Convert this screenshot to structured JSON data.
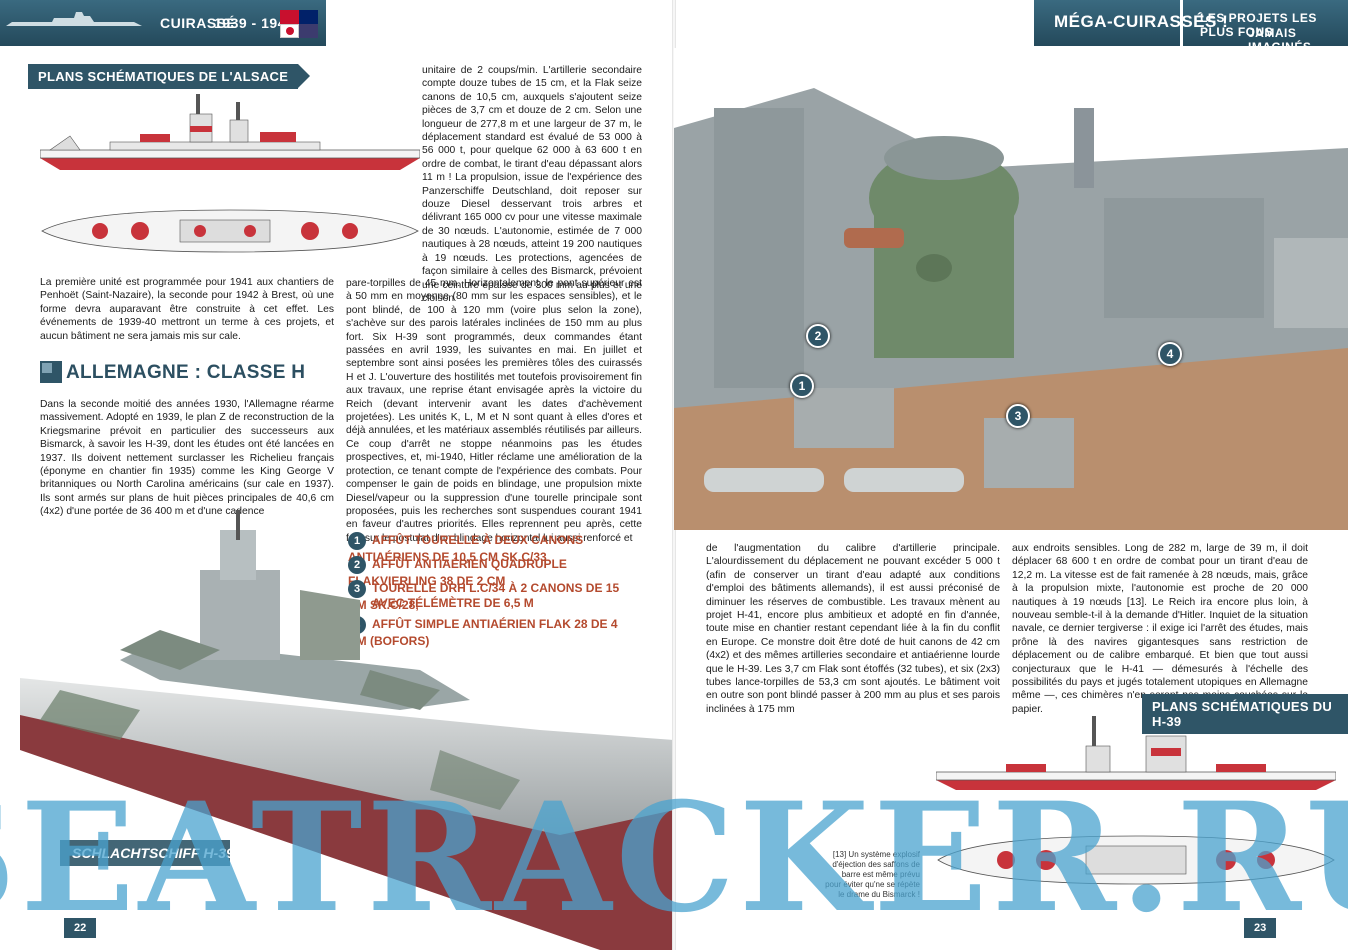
{
  "left_header": {
    "section": "CUIRASSÉ",
    "years": "1939 - 1945"
  },
  "right_header": {
    "title": "MÉGA-CUIRASSÉS !",
    "subtitle_line1": "LES PROJETS LES PLUS FOUS",
    "subtitle_line2": "JAMAIS IMAGINÉS"
  },
  "alsace_plans_title": "PLANS SCHÉMATIQUES DE L'ALSACE",
  "h39_plans_title": "PLANS SCHÉMATIQUES DU H-39",
  "left_col1_intro": "La première unité est programmée pour 1941 aux chantiers de Penhoët (Saint-Nazaire), la seconde pour 1942 à Brest, où une forme devra auparavant être construite à cet effet. Les événements de 1939-40 mettront un terme à ces projets, et aucun bâtiment ne sera jamais mis sur cale.",
  "germany_heading": "ALLEMAGNE : CLASSE H",
  "left_col1_germany": "Dans la seconde moitié des années 1930, l'Allemagne réarme massivement. Adopté en 1939, le plan Z de reconstruction de la Kriegsmarine prévoit en particulier des successeurs aux Bismarck, à savoir les H-39, dont les études ont été lancées en 1937. Ils doivent nettement surclasser les Richelieu français (éponyme en chantier fin 1935) comme les King George V britanniques ou North Carolina américains (sur cale en 1937). Ils sont armés sur plans de huit pièces principales de 40,6 cm (4x2) d'une portée de 36 400 m et d'une cadence",
  "left_col2_top": "unitaire de 2 coups/min. L'artillerie secondaire compte douze tubes de 15 cm, et la Flak seize canons de 10,5 cm, auxquels s'ajoutent seize pièces de 3,7 cm et douze de 2 cm. Selon une longueur de 277,8 m et une largeur de 37 m, le déplacement standard est évalué de 53 000 à 56 000 t, pour quelque 62 000 à 63 600 t en ordre de combat, le tirant d'eau dépassant alors 11 m ! La propulsion, issue de l'expérience des Panzerschiffe Deutschland, doit reposer sur douze Diesel desservant trois arbres et délivrant 165 000 cv pour une vitesse maximale de 30 nœuds. L'autonomie, estimée de 7 000 nautiques à 28 nœuds, atteint 19 200 nautiques à 19 nœuds. Les protections, agencées de façon similaire à celles des Bismarck, prévoient une ceinture épaisse de 300 mm au plus et une cloison",
  "left_wide_text": "pare-torpilles de 45 mm. Horizontalement, le pont supérieur est à 50 mm en moyenne (80 mm sur les espaces sensibles), et le pont blindé, de 100 à 120 mm (voire plus selon la zone), s'achève sur des parois latérales inclinées de 150 mm au plus fort. Six H-39 sont programmés, deux commandes étant passées en avril 1939, les suivantes en mai. En juillet et septembre sont ainsi posées les premières tôles des cuirassés H et J. L'ouverture des hostilités met toutefois provisoirement fin aux travaux, une reprise étant envisagée après la victoire du Reich (devant intervenir avant les dates d'achèvement projetées). Les unités K, L, M et N sont quant à elles d'ores et déjà annulées, et les matériaux assemblés réutilisés par ailleurs. Ce coup d'arrêt ne stoppe néanmoins pas les études prospectives, et, mi-1940, Hitler réclame une amélioration de la protection, ce tenant compte de l'expérience des combats. Pour compenser le gain de poids en blindage, une propulsion mixte Diesel/vapeur ou la suppression d'une tourelle principale sont proposées, puis les recherches sont suspendues courant 1941 en faveur d'autres priorités. Elles reprennent peu après, cette fois sur le postulat d'un blindage horizontal lui aussi renforcé et",
  "legend": [
    {
      "num": "1",
      "text": "AFFÛT TOURELLE À DEUX CANONS ANTIAÉRIENS DE 10,5 CM SK.C/33"
    },
    {
      "num": "2",
      "text": "AFFÛT ANTIAÉRIEN QUADRUPLE FLAKVIERLING 38 DE 2 CM"
    },
    {
      "num": "3",
      "text": "TOURELLE DRH L.C/34 À 2 CANONS DE 15 CM SK.C/28,",
      "text2": "AVEC TÉLÉMÈTRE DE 6,5 M"
    },
    {
      "num": "4",
      "text": "AFFÛT SIMPLE ANTIAÉRIEN FLAK 28 DE 4 CM (BOFORS)"
    }
  ],
  "ship_label": "SCHLACHTSCHIFF H-39",
  "callouts": [
    "1",
    "2",
    "3",
    "4"
  ],
  "right_col1": "de l'augmentation du calibre d'artillerie principale. L'alourdissement du déplacement ne pouvant excéder 5 000 t (afin de conserver un tirant d'eau adapté aux conditions d'emploi des bâtiments allemands), il est aussi préconisé de diminuer les réserves de combustible. Les travaux mènent au projet H-41, encore plus ambitieux et adopté en fin d'année, toute mise en chantier restant cependant liée à la fin du conflit en Europe. Ce monstre doit être doté de huit canons de 42 cm (4x2) et des mêmes artilleries secondaire et antiaérienne lourde que le H-39. Les 3,7 cm Flak sont étoffés (32 tubes), et six (2x3) tubes lance-torpilles de 53,3 cm sont ajoutés. Le bâtiment voit en outre son pont blindé passer à 200 mm au plus et ses parois inclinées à 175 mm",
  "right_col2": "aux endroits sensibles. Long de 282 m, large de 39 m, il doit déplacer 68 600 t en ordre de combat pour un tirant d'eau de 12,2 m. La vitesse est de fait ramenée à 28 nœuds, mais, grâce à la propulsion mixte, l'autonomie est proche de 20 000 nautiques à 19 nœuds [13]. Le Reich ira encore plus loin, à nouveau semble-t-il à la demande d'Hitler. Inquiet de la situation navale, ce dernier tergiverse : il exige ici l'arrêt des études, mais prône là des navires gigantesques sans restriction de déplacement ou de calibre embarqué. Et bien que tout aussi conjecturaux que le H-41 — démesurés à l'échelle des possibilités du pays et jugés totalement utopiques en Allemagne même —, ces chimères n'en seront pas moins couchées sur le papier.",
  "footnote": "[13] Un système explosif d'éjection des saffons de barre est même prévu pour éviter qu'ne se répète le drame du Bismarck !",
  "page_left": "22",
  "page_right": "23",
  "watermark": "SEATRACKER.RU",
  "colors": {
    "accent": "#2f5567",
    "legend_text": "#b44a2e",
    "ship_red": "#c8333b"
  }
}
